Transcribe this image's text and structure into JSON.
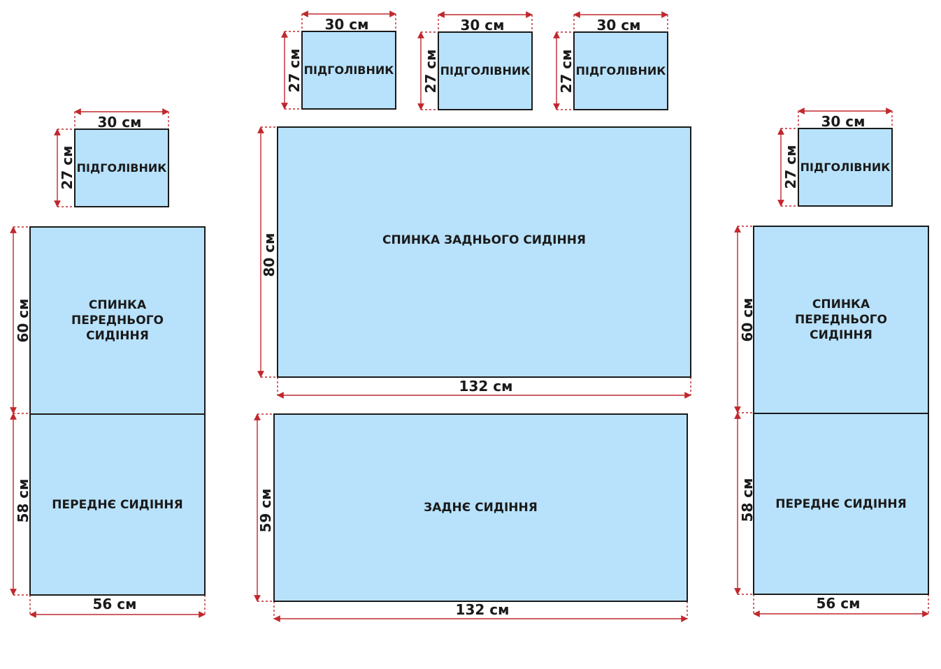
{
  "headrest": {
    "label": "ПІДГОЛІВНИК",
    "width": "30 см",
    "height": "27 см"
  },
  "front_back": {
    "label": "СПИНКА ПЕРЕДНЬОГО СИДІННЯ",
    "height": "60 см"
  },
  "front_seat": {
    "label": "ПЕРЕДНЄ СИДІННЯ",
    "height": "58 см",
    "width": "56 см"
  },
  "rear_back": {
    "label": "СПИНКА ЗАДНЬОГО СИДІННЯ",
    "height": "80 см",
    "width": "132 см"
  },
  "rear_seat": {
    "label": "ЗАДНЄ СИДІННЯ",
    "height": "59 см",
    "width": "132 см"
  },
  "colors": {
    "panel_fill": "#b8e2fb",
    "panel_border": "#1a1a1a",
    "dimension_arrow": "#c0282d"
  }
}
